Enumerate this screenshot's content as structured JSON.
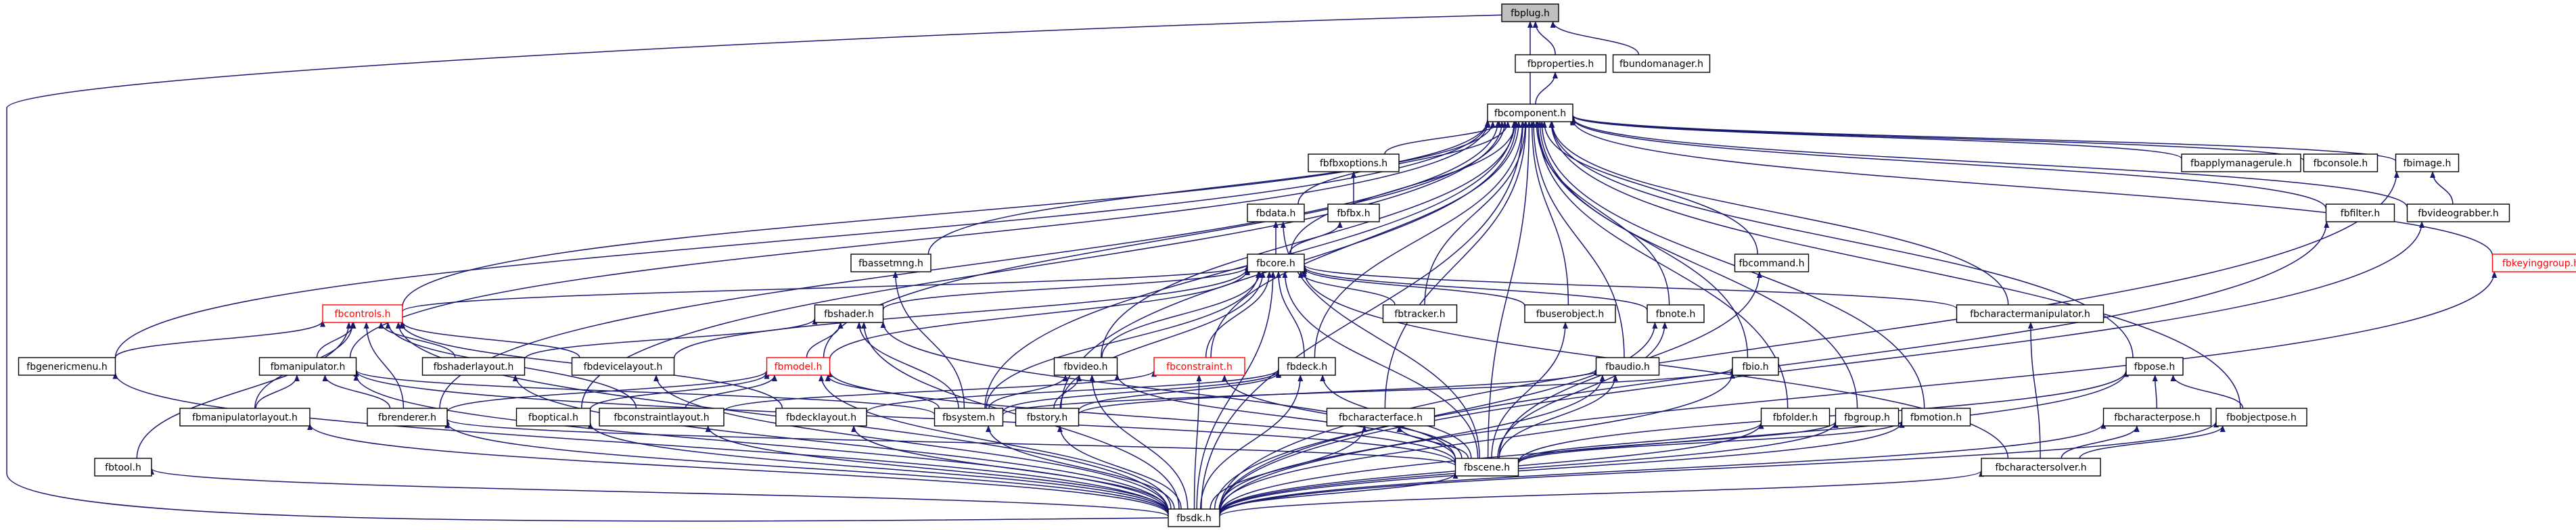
{
  "colors": {
    "edge": "#191970",
    "root_fill": "#bfbfbf",
    "truncated_border": "#ff0000"
  },
  "nodes": [
    {
      "id": "fbplug",
      "label": "fbplug.h",
      "root": true
    },
    {
      "id": "fbproperties",
      "label": "fbproperties.h"
    },
    {
      "id": "fbundomanager",
      "label": "fbundomanager.h"
    },
    {
      "id": "fbcomponent",
      "label": "fbcomponent.h"
    },
    {
      "id": "fbfbxoptions",
      "label": "fbfbxoptions.h"
    },
    {
      "id": "fbapplymanagerrule",
      "label": "fbapplymanagerule.h"
    },
    {
      "id": "fbconsole",
      "label": "fbconsole.h"
    },
    {
      "id": "fbimage",
      "label": "fbimage.h"
    },
    {
      "id": "fbdata",
      "label": "fbdata.h"
    },
    {
      "id": "fbfbx",
      "label": "fbfbx.h"
    },
    {
      "id": "fbfilter",
      "label": "fbfilter.h"
    },
    {
      "id": "fbvideograbber",
      "label": "fbvideograbber.h"
    },
    {
      "id": "fbassetmng",
      "label": "fbassetmng.h"
    },
    {
      "id": "fbcore",
      "label": "fbcore.h"
    },
    {
      "id": "fbcommand",
      "label": "fbcommand.h"
    },
    {
      "id": "fbkeyinggroup",
      "label": "fbkeyinggroup.h",
      "truncated": true
    },
    {
      "id": "fbcontrols",
      "label": "fbcontrols.h",
      "truncated": true
    },
    {
      "id": "fbshader",
      "label": "fbshader.h"
    },
    {
      "id": "fbtracker",
      "label": "fbtracker.h"
    },
    {
      "id": "fbuserobject",
      "label": "fbuserobject.h"
    },
    {
      "id": "fbnote",
      "label": "fbnote.h"
    },
    {
      "id": "fbcharactermanipulator",
      "label": "fbcharactermanipulator.h"
    },
    {
      "id": "fbgenericmenu",
      "label": "fbgenericmenu.h"
    },
    {
      "id": "fbmanipulator",
      "label": "fbmanipulator.h"
    },
    {
      "id": "fbshaderlayout",
      "label": "fbshaderlayout.h"
    },
    {
      "id": "fbdevicelayout",
      "label": "fbdevicelayout.h"
    },
    {
      "id": "fbmodel",
      "label": "fbmodel.h",
      "truncated": true
    },
    {
      "id": "fbvideo",
      "label": "fbvideo.h"
    },
    {
      "id": "fbconstraint",
      "label": "fbconstraint.h",
      "truncated": true
    },
    {
      "id": "fbdeck",
      "label": "fbdeck.h"
    },
    {
      "id": "fbaudio",
      "label": "fbaudio.h"
    },
    {
      "id": "fbio",
      "label": "fbio.h"
    },
    {
      "id": "fbpose",
      "label": "fbpose.h"
    },
    {
      "id": "fbmanipulatorlayout",
      "label": "fbmanipulatorlayout.h"
    },
    {
      "id": "fbrenderer",
      "label": "fbrenderer.h"
    },
    {
      "id": "fboptical",
      "label": "fboptical.h"
    },
    {
      "id": "fbconstraintlayout",
      "label": "fbconstraintlayout.h"
    },
    {
      "id": "fbdecklayout",
      "label": "fbdecklayout.h"
    },
    {
      "id": "fbsystem",
      "label": "fbsystem.h"
    },
    {
      "id": "fbstory",
      "label": "fbstory.h"
    },
    {
      "id": "fbcharacterface",
      "label": "fbcharacterface.h"
    },
    {
      "id": "fbfolder",
      "label": "fbfolder.h"
    },
    {
      "id": "fbgroup",
      "label": "fbgroup.h"
    },
    {
      "id": "fbmotion",
      "label": "fbmotion.h"
    },
    {
      "id": "fbcharacterpose",
      "label": "fbcharacterpose.h"
    },
    {
      "id": "fbobjectpose",
      "label": "fbobjectpose.h"
    },
    {
      "id": "fbtool",
      "label": "fbtool.h"
    },
    {
      "id": "fbscene",
      "label": "fbscene.h"
    },
    {
      "id": "fbcharactersolver",
      "label": "fbcharactersolver.h"
    },
    {
      "id": "fbsdk",
      "label": "fbsdk.h"
    }
  ],
  "edges": [
    [
      "fbproperties",
      "fbplug"
    ],
    [
      "fbundomanager",
      "fbplug"
    ],
    [
      "fbcomponent",
      "fbplug"
    ],
    [
      "fbsdk",
      "fbplug"
    ],
    [
      "fbcomponent",
      "fbproperties"
    ],
    [
      "fbfbxoptions",
      "fbcomponent"
    ],
    [
      "fbapplymanagerrule",
      "fbcomponent"
    ],
    [
      "fbconsole",
      "fbcomponent"
    ],
    [
      "fbimage",
      "fbcomponent"
    ],
    [
      "fbdata",
      "fbcomponent"
    ],
    [
      "fbfilter",
      "fbcomponent"
    ],
    [
      "fbvideograbber",
      "fbcomponent"
    ],
    [
      "fbassetmng",
      "fbcomponent"
    ],
    [
      "fbcore",
      "fbcomponent"
    ],
    [
      "fbcommand",
      "fbcomponent"
    ],
    [
      "fbkeyinggroup",
      "fbcomponent"
    ],
    [
      "fbcontrols",
      "fbcomponent"
    ],
    [
      "fbtracker",
      "fbcomponent"
    ],
    [
      "fbuserobject",
      "fbcomponent"
    ],
    [
      "fbnote",
      "fbcomponent"
    ],
    [
      "fbcharactermanipulator",
      "fbcomponent"
    ],
    [
      "fbgenericmenu",
      "fbcomponent"
    ],
    [
      "fbmanipulator",
      "fbcomponent"
    ],
    [
      "fbmodel",
      "fbcomponent"
    ],
    [
      "fbconstraint",
      "fbcomponent"
    ],
    [
      "fbdeck",
      "fbcomponent"
    ],
    [
      "fbaudio",
      "fbcomponent"
    ],
    [
      "fbio",
      "fbcomponent"
    ],
    [
      "fbpose",
      "fbcomponent"
    ],
    [
      "fbrenderer",
      "fbcomponent"
    ],
    [
      "fboptical",
      "fbcomponent"
    ],
    [
      "fbsystem",
      "fbcomponent"
    ],
    [
      "fbstory",
      "fbcomponent"
    ],
    [
      "fbcharacterface",
      "fbcomponent"
    ],
    [
      "fbfolder",
      "fbcomponent"
    ],
    [
      "fbgroup",
      "fbcomponent"
    ],
    [
      "fbmotion",
      "fbcomponent"
    ],
    [
      "fbobjectpose",
      "fbcomponent"
    ],
    [
      "fbscene",
      "fbcomponent"
    ],
    [
      "fbsdk",
      "fbcomponent"
    ],
    [
      "fbvideo",
      "fbcomponent"
    ],
    [
      "fbfbx",
      "fbfbxoptions"
    ],
    [
      "fbvideograbber",
      "fbimage"
    ],
    [
      "fbsdk",
      "fbimage"
    ],
    [
      "fbcore",
      "fbdata"
    ],
    [
      "fbscene",
      "fbdata"
    ],
    [
      "fbcore",
      "fbfbx"
    ],
    [
      "fbsdk",
      "fbfilter"
    ],
    [
      "fbsdk",
      "fbvideograbber"
    ],
    [
      "fbsystem",
      "fbassetmng"
    ],
    [
      "fbcontrols",
      "fbcore"
    ],
    [
      "fbshader",
      "fbcore"
    ],
    [
      "fbtracker",
      "fbcore"
    ],
    [
      "fbuserobject",
      "fbcore"
    ],
    [
      "fbnote",
      "fbcore"
    ],
    [
      "fbcharactermanipulator",
      "fbcore"
    ],
    [
      "fbdevicelayout",
      "fbcore"
    ],
    [
      "fbmodel",
      "fbcore"
    ],
    [
      "fbvideo",
      "fbcore"
    ],
    [
      "fbconstraint",
      "fbcore"
    ],
    [
      "fbdeck",
      "fbcore"
    ],
    [
      "fbsystem",
      "fbcore"
    ],
    [
      "fbstory",
      "fbcore"
    ],
    [
      "fbscene",
      "fbcore"
    ],
    [
      "fbcharactersolver",
      "fbcore"
    ],
    [
      "fbsdk",
      "fbcore"
    ],
    [
      "fbscene",
      "fbcommand"
    ],
    [
      "fbsdk",
      "fbkeyinggroup"
    ],
    [
      "fbgenericmenu",
      "fbcontrols"
    ],
    [
      "fbmanipulator",
      "fbcontrols"
    ],
    [
      "fbshaderlayout",
      "fbcontrols"
    ],
    [
      "fbdevicelayout",
      "fbcontrols"
    ],
    [
      "fbmanipulatorlayout",
      "fbcontrols"
    ],
    [
      "fbrenderer",
      "fbcontrols"
    ],
    [
      "fbconstraintlayout",
      "fbcontrols"
    ],
    [
      "fbdecklayout",
      "fbcontrols"
    ],
    [
      "fbtool",
      "fbcontrols"
    ],
    [
      "fbsdk",
      "fbcontrols"
    ],
    [
      "fbshaderlayout",
      "fbshader"
    ],
    [
      "fbmodel",
      "fbshader"
    ],
    [
      "fbsystem",
      "fbshader"
    ],
    [
      "fbscene",
      "fbshader"
    ],
    [
      "fbsdk",
      "fbshader"
    ],
    [
      "fbscene",
      "fbuserobject"
    ],
    [
      "fbscene",
      "fbnote"
    ],
    [
      "fbsdk",
      "fbnote"
    ],
    [
      "fbcharactersolver",
      "fbcharactermanipulator"
    ],
    [
      "fbsdk",
      "fbgenericmenu"
    ],
    [
      "fbmanipulatorlayout",
      "fbmanipulator"
    ],
    [
      "fbrenderer",
      "fbmanipulator"
    ],
    [
      "fbsystem",
      "fbmanipulator"
    ],
    [
      "fbscene",
      "fbmanipulator"
    ],
    [
      "fbsdk",
      "fbmanipulator"
    ],
    [
      "fbsdk",
      "fbshaderlayout"
    ],
    [
      "fbsdk",
      "fbdevicelayout"
    ],
    [
      "fbrenderer",
      "fbmodel"
    ],
    [
      "fboptical",
      "fbmodel"
    ],
    [
      "fbconstraintlayout",
      "fbmodel"
    ],
    [
      "fbsystem",
      "fbmodel"
    ],
    [
      "fbscene",
      "fbmodel"
    ],
    [
      "fbsdk",
      "fbmodel"
    ],
    [
      "fbsystem",
      "fbvideo"
    ],
    [
      "fbstory",
      "fbvideo"
    ],
    [
      "fbscene",
      "fbvideo"
    ],
    [
      "fbsdk",
      "fbvideo"
    ],
    [
      "fbconstraintlayout",
      "fbconstraint"
    ],
    [
      "fbscene",
      "fbconstraint"
    ],
    [
      "fbsdk",
      "fbconstraint"
    ],
    [
      "fbdecklayout",
      "fbdeck"
    ],
    [
      "fbsystem",
      "fbdeck"
    ],
    [
      "fbstory",
      "fbdeck"
    ],
    [
      "fbscene",
      "fbdeck"
    ],
    [
      "fbsdk",
      "fbdeck"
    ],
    [
      "fbstory",
      "fbaudio"
    ],
    [
      "fbscene",
      "fbaudio"
    ],
    [
      "fbsdk",
      "fbaudio"
    ],
    [
      "fbsystem",
      "fbio"
    ],
    [
      "fbsdk",
      "fbio"
    ],
    [
      "fbcharacterpose",
      "fbpose"
    ],
    [
      "fbobjectpose",
      "fbpose"
    ],
    [
      "fbscene",
      "fbpose"
    ],
    [
      "fbsdk",
      "fbpose"
    ],
    [
      "fbsdk",
      "fbmanipulatorlayout"
    ],
    [
      "fbscene",
      "fbrenderer"
    ],
    [
      "fbsdk",
      "fbrenderer"
    ],
    [
      "fbsdk",
      "fboptical"
    ],
    [
      "fbsdk",
      "fbconstraintlayout"
    ],
    [
      "fbsdk",
      "fbdecklayout"
    ],
    [
      "fbsdk",
      "fbsystem"
    ],
    [
      "fbsdk",
      "fbstory"
    ],
    [
      "fbscene",
      "fbcharacterface"
    ],
    [
      "fbsdk",
      "fbcharacterface"
    ],
    [
      "fbscene",
      "fbfolder"
    ],
    [
      "fbsdk",
      "fbfolder"
    ],
    [
      "fbscene",
      "fbgroup"
    ],
    [
      "fbsdk",
      "fbgroup"
    ],
    [
      "fbscene",
      "fbmotion"
    ],
    [
      "fbsdk",
      "fbmotion"
    ],
    [
      "fbcharactersolver",
      "fbcharacterpose"
    ],
    [
      "fbsdk",
      "fbcharacterpose"
    ],
    [
      "fbcharactersolver",
      "fbobjectpose"
    ],
    [
      "fbsdk",
      "fbobjectpose"
    ],
    [
      "fbsdk",
      "fbtool"
    ],
    [
      "fbsdk",
      "fbscene"
    ],
    [
      "fbsdk",
      "fbcharactersolver"
    ]
  ]
}
